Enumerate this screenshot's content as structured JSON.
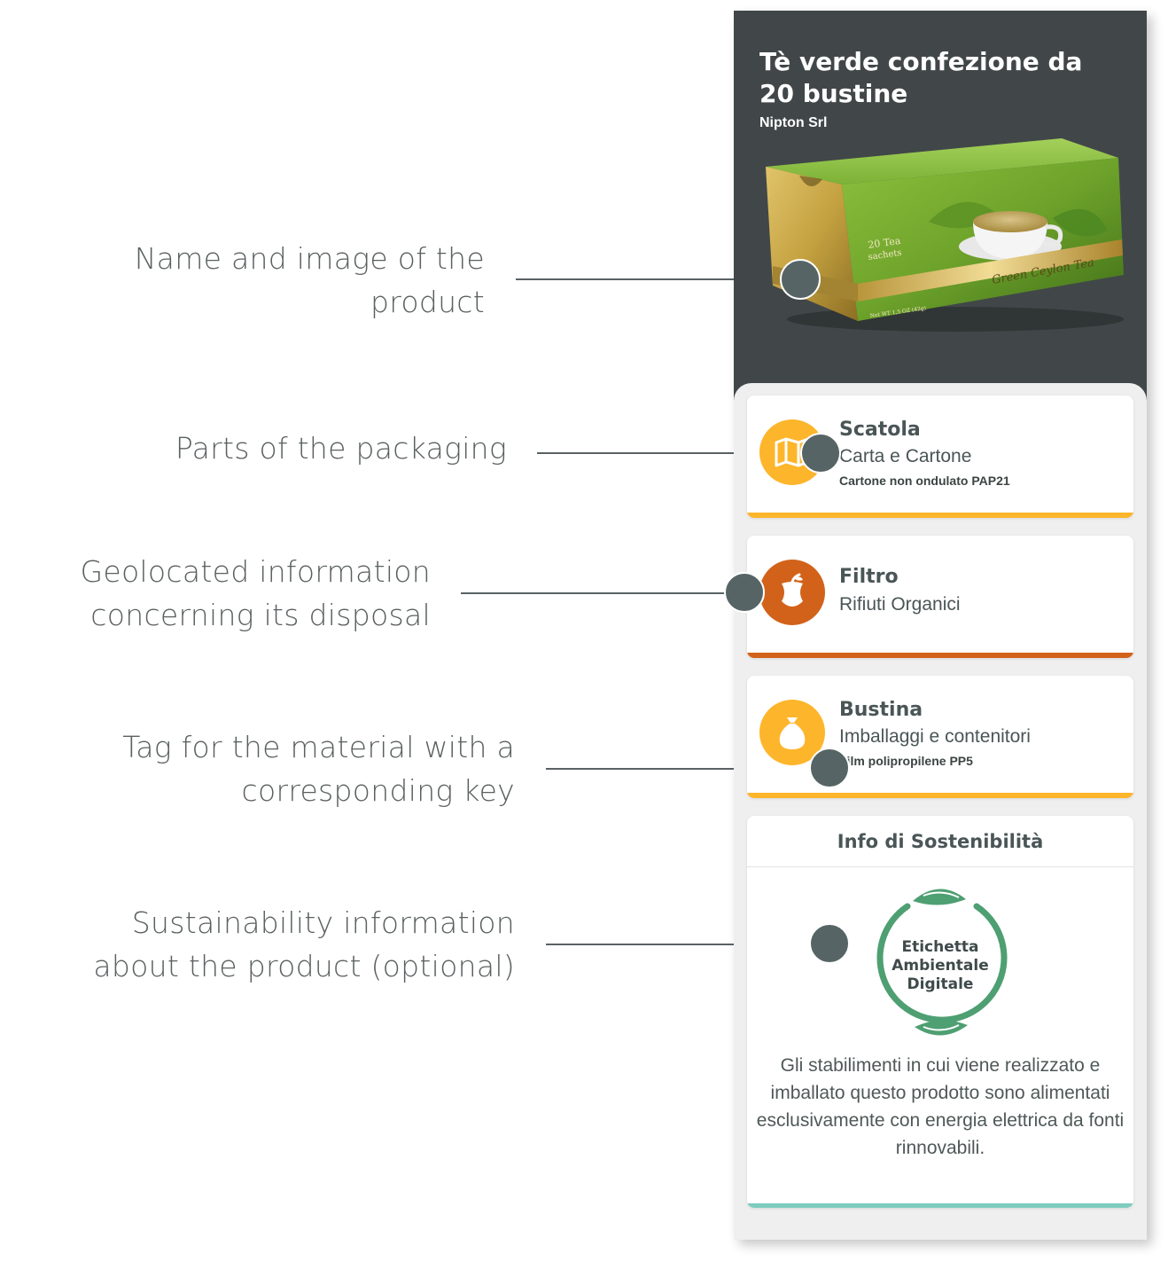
{
  "annotations": [
    {
      "lines": [
        "Name and image of the",
        "product"
      ]
    },
    {
      "lines": [
        "Parts of the packaging"
      ]
    },
    {
      "lines": [
        "Geolocated information",
        "concerning its disposal"
      ]
    },
    {
      "lines": [
        "Tag for the material with a",
        "corresponding key"
      ]
    },
    {
      "lines": [
        "Sustainability information",
        "about the product (optional)"
      ]
    }
  ],
  "product": {
    "title": "Tè verde confezione da 20 bustine",
    "brand": "Nipton Srl",
    "box_print": {
      "sachets_line1": "20 Tea",
      "sachets_line2": "sachets",
      "label": "Green Ceylon Tea",
      "weight": "Net WT 1,5 OZ (42g)"
    }
  },
  "packaging": [
    {
      "name": "Scatola",
      "category": "Carta e Cartone",
      "code": "Cartone non ondulato PAP21",
      "icon": "map-icon",
      "color": "#FDB52B"
    },
    {
      "name": "Filtro",
      "category": "Rifiuti Organici",
      "code": "",
      "icon": "apple-core-icon",
      "color": "#D2621A"
    },
    {
      "name": "Bustina",
      "category": "Imballaggi e contenitori",
      "code": "Film polipropilene PP5",
      "icon": "bag-icon",
      "color": "#FDB52B"
    }
  ],
  "sustainability": {
    "title": "Info di Sostenibilità",
    "logo_text": [
      "Etichetta",
      "Ambientale",
      "Digitale"
    ],
    "body": "Gli stabilimenti in cui viene realizzato e imballato questo prodotto sono alimentati esclusivamente con energia elettrica da fonti rinnovabili.",
    "accent_color": "#7DCCBE",
    "logo_color": "#4E9F72"
  }
}
